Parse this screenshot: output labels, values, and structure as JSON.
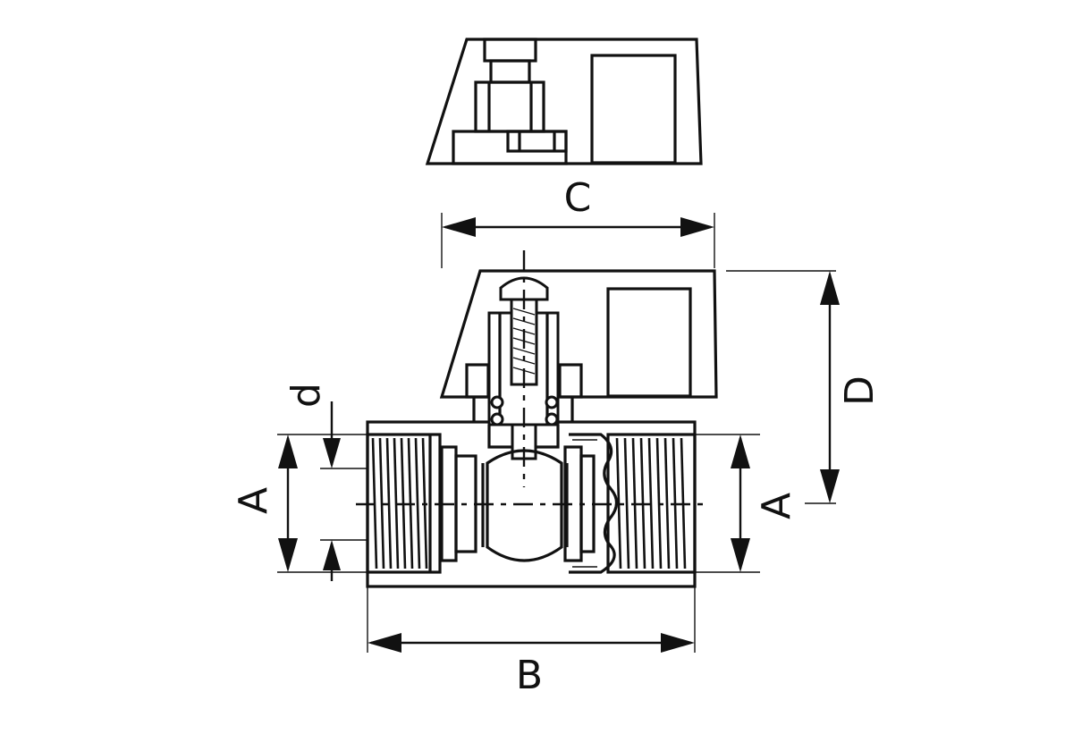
{
  "dimension_labels": {
    "c": "C",
    "d_upper": "D",
    "d_lower": "d",
    "a_left": "A",
    "a_right": "A",
    "b": "B"
  },
  "colors": {
    "line": "#111111",
    "background": "#ffffff"
  }
}
